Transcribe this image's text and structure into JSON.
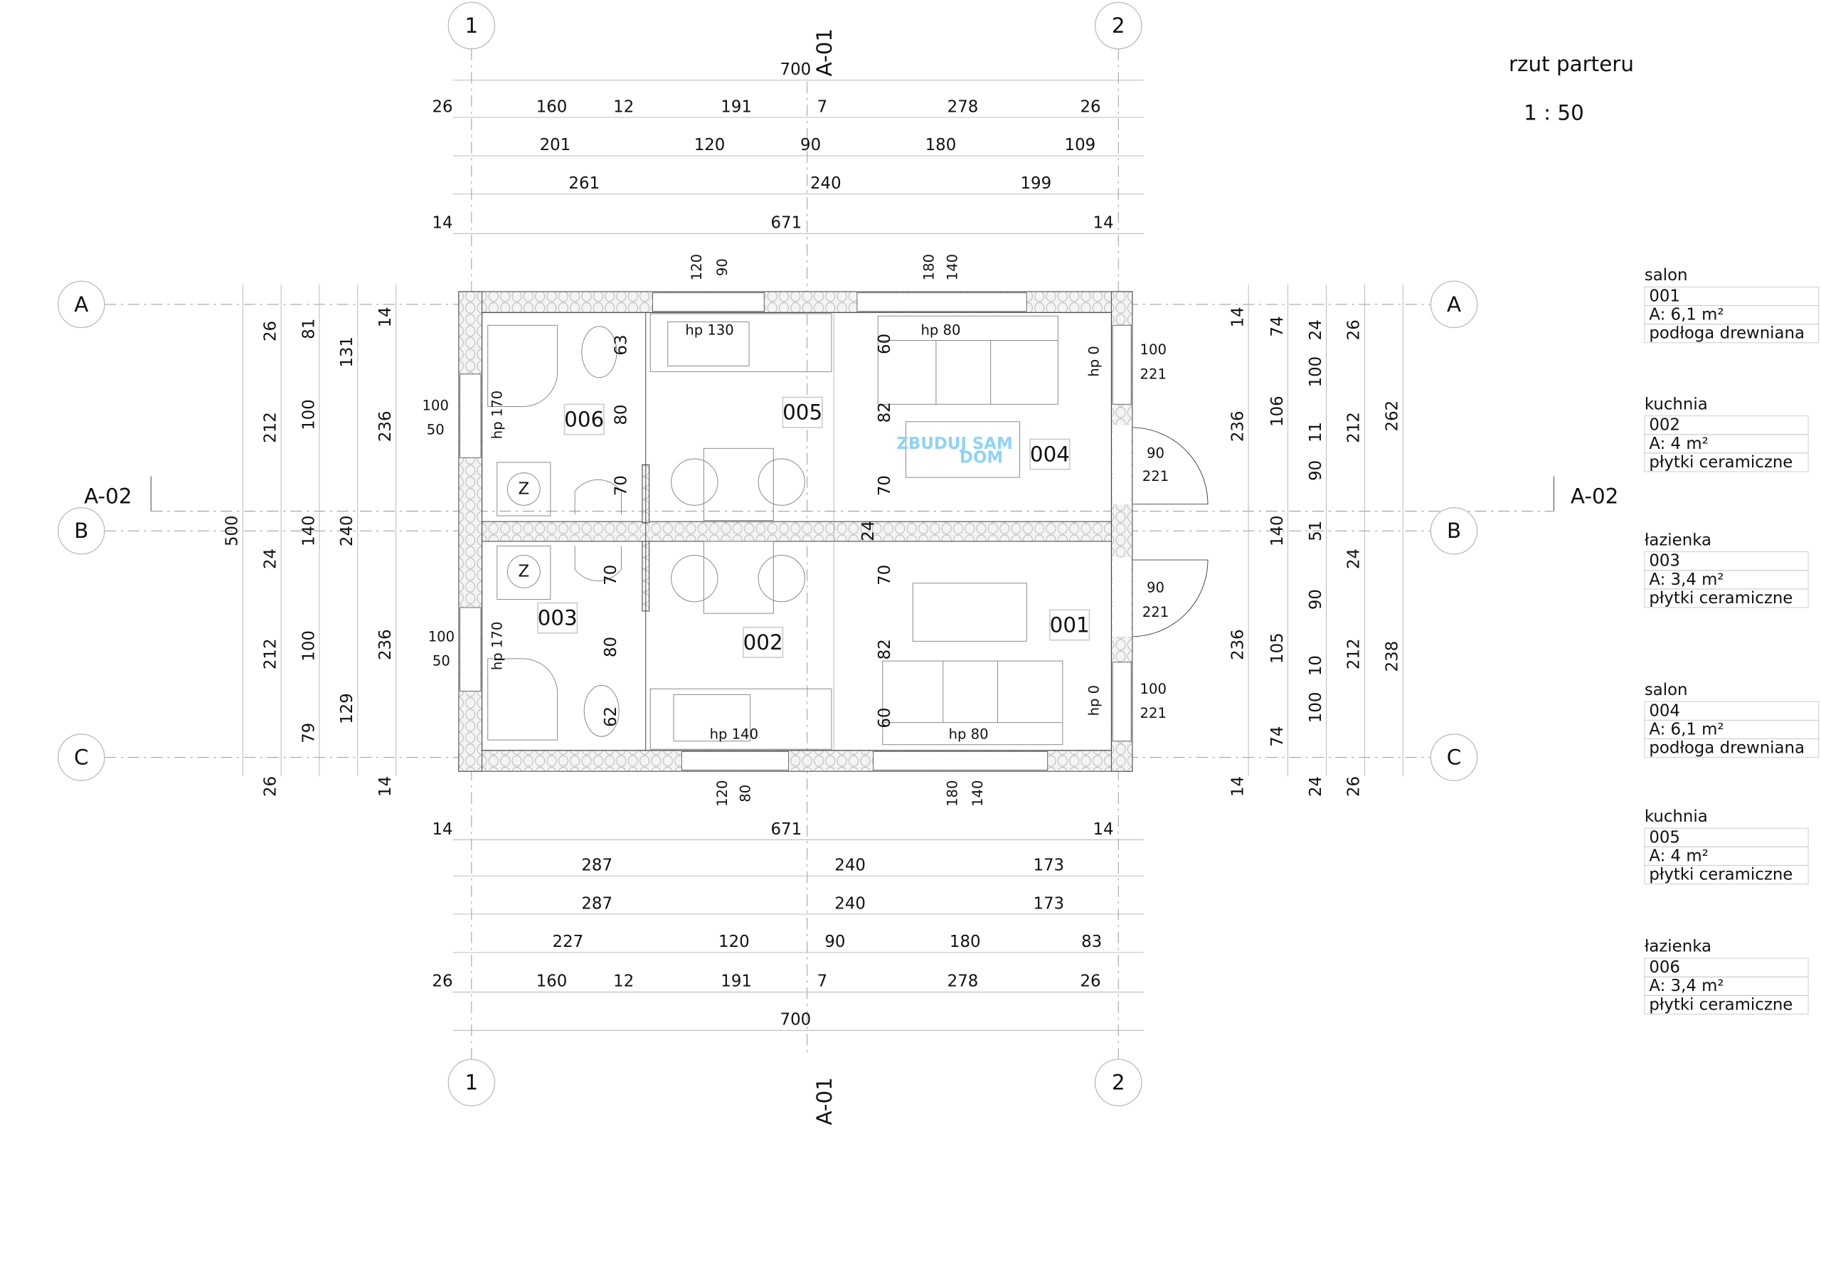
{
  "title": {
    "name": "rzut parteru",
    "scale": "1 : 50"
  },
  "grid_axes": {
    "columns": [
      "1",
      "2"
    ],
    "rows": [
      "A",
      "B",
      "C"
    ]
  },
  "sections": {
    "vertical": "A-01",
    "horizontal": "A-02"
  },
  "watermark": [
    "ZBUDUJ SAM",
    "DOM"
  ],
  "colors": {
    "watermark": "#8fd3f4",
    "line": "#444444"
  },
  "dimensions": {
    "top": [
      [
        "700"
      ],
      [
        "26",
        "160",
        "12",
        "191",
        "7",
        "278",
        "26"
      ],
      [
        "201",
        "120",
        "90",
        "180",
        "109"
      ],
      [
        "261",
        "240",
        "199"
      ],
      [
        "14",
        "671",
        "14"
      ]
    ],
    "bottom": [
      [
        "14",
        "671",
        "14"
      ],
      [
        "287",
        "240",
        "173"
      ],
      [
        "287",
        "240",
        "173"
      ],
      [
        "227",
        "120",
        "90",
        "180",
        "83"
      ],
      [
        "26",
        "160",
        "12",
        "191",
        "7",
        "278",
        "26"
      ],
      [
        "700"
      ]
    ],
    "left": [
      [
        "500"
      ],
      [
        "26",
        "212",
        "24",
        "212",
        "26"
      ],
      [
        "81",
        "100",
        "140",
        "100",
        "79"
      ],
      [
        "131",
        "240",
        "129"
      ],
      [
        "14",
        "236",
        "236",
        "14"
      ]
    ],
    "right": [
      [
        "14",
        "236",
        "236",
        "14"
      ],
      [
        "74",
        "106",
        "140",
        "105",
        "74"
      ],
      [
        "24",
        "100",
        "11",
        "90",
        "51",
        "90",
        "10",
        "100",
        "24"
      ],
      [
        "26",
        "212",
        "24",
        "212",
        "26"
      ],
      [
        "262",
        "238"
      ]
    ],
    "openings_top": [
      "120",
      "90",
      "180",
      "140"
    ],
    "openings_bottom": [
      "120",
      "80",
      "180",
      "140"
    ],
    "openings_left": [
      "100",
      "50",
      "100",
      "50"
    ],
    "openings_right": [
      "100",
      "221",
      "90",
      "221",
      "90",
      "221",
      "100",
      "221"
    ],
    "interior": [
      "63",
      "80",
      "70",
      "70",
      "80",
      "62",
      "60",
      "82",
      "70",
      "24",
      "70",
      "82",
      "60"
    ]
  },
  "heights": [
    "hp 130",
    "hp 80",
    "hp 140",
    "hp 80",
    "hp 170",
    "hp 170",
    "hp 0",
    "hp 0"
  ],
  "room_tags": [
    "006",
    "005",
    "004",
    "003",
    "002",
    "001"
  ],
  "fixture_labels": [
    "Z",
    "Z"
  ],
  "rooms": [
    {
      "name": "salon",
      "number": "001",
      "area": "A: 6,1 m²",
      "floor": "podłoga drewniana"
    },
    {
      "name": "kuchnia",
      "number": "002",
      "area": "A: 4 m²",
      "floor": "płytki ceramiczne"
    },
    {
      "name": "łazienka",
      "number": "003",
      "area": "A: 3,4 m²",
      "floor": "płytki ceramiczne"
    },
    {
      "name": "salon",
      "number": "004",
      "area": "A: 6,1 m²",
      "floor": "podłoga drewniana"
    },
    {
      "name": "kuchnia",
      "number": "005",
      "area": "A: 4 m²",
      "floor": "płytki ceramiczne"
    },
    {
      "name": "łazienka",
      "number": "006",
      "area": "A: 3,4 m²",
      "floor": "płytki ceramiczne"
    }
  ]
}
